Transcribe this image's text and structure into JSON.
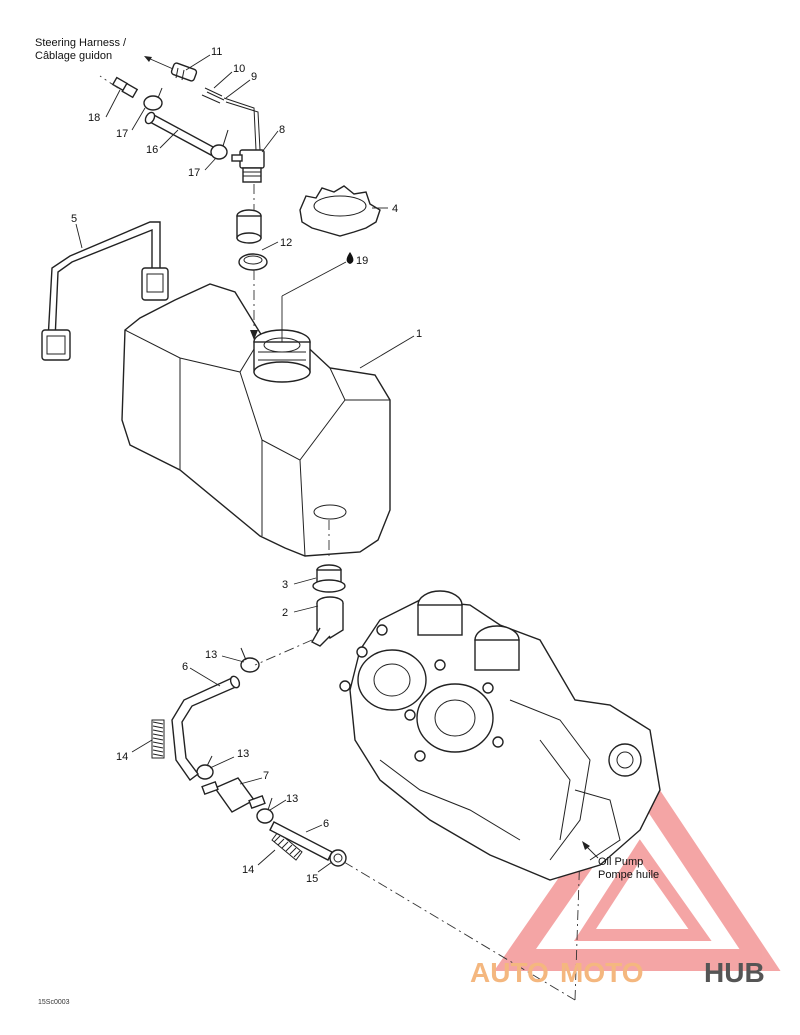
{
  "labels": {
    "steering_harness_en": "Steering Harness /",
    "steering_harness_fr": "Câblage guidon",
    "oil_pump_en": "Oil Pump",
    "oil_pump_fr": "Pompe huile",
    "drawing_code": "15Sc0003"
  },
  "callouts": [
    {
      "id": "c11",
      "text": "11"
    },
    {
      "id": "c10",
      "text": "10"
    },
    {
      "id": "c9",
      "text": "9"
    },
    {
      "id": "c8",
      "text": "8"
    },
    {
      "id": "c18",
      "text": "18"
    },
    {
      "id": "c17a",
      "text": "17"
    },
    {
      "id": "c16",
      "text": "16"
    },
    {
      "id": "c17b",
      "text": "17"
    },
    {
      "id": "c4",
      "text": "4"
    },
    {
      "id": "c5",
      "text": "5"
    },
    {
      "id": "c12",
      "text": "12"
    },
    {
      "id": "c19",
      "text": "19"
    },
    {
      "id": "c1",
      "text": "1"
    },
    {
      "id": "c3",
      "text": "3"
    },
    {
      "id": "c2",
      "text": "2"
    },
    {
      "id": "c13a",
      "text": "13"
    },
    {
      "id": "c6a",
      "text": "6"
    },
    {
      "id": "c14a",
      "text": "14"
    },
    {
      "id": "c13b",
      "text": "13"
    },
    {
      "id": "c7",
      "text": "7"
    },
    {
      "id": "c13c",
      "text": "13"
    },
    {
      "id": "c6b",
      "text": "6"
    },
    {
      "id": "c14b",
      "text": "14"
    },
    {
      "id": "c15",
      "text": "15"
    }
  ],
  "watermark": {
    "part1": "AUTO",
    "part2": "MOTO",
    "part3": "HUB",
    "color_light": "#f4b77f",
    "color_dark": "#555555",
    "triangle_color": "#f08080"
  }
}
